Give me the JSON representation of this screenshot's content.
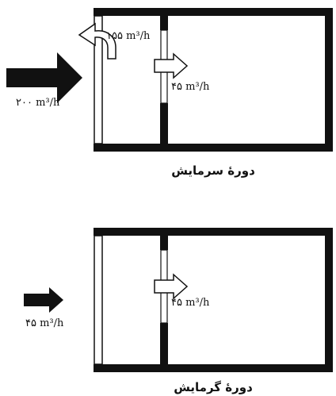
{
  "colors": {
    "ink": "#111111",
    "paper": "#ffffff"
  },
  "cooling": {
    "caption": "دورهٔ سرمایش",
    "inlet_label": "۲۰۰ m³/h",
    "outlet_label": "۱۵۵ m³/h",
    "transfer_label": "۴۵ m³/h",
    "inlet_arrow_icon": "thick-arrow-right-icon",
    "outlet_arrow_icon": "curved-arrow-up-left-icon",
    "transfer_arrow_icon": "hollow-arrow-right-icon"
  },
  "heating": {
    "caption": "دورهٔ گرمایش",
    "inlet_label": "۴۵ m³/h",
    "transfer_label": "۴۵ m³/h",
    "inlet_arrow_icon": "thick-arrow-right-icon",
    "transfer_arrow_icon": "hollow-arrow-right-icon"
  }
}
